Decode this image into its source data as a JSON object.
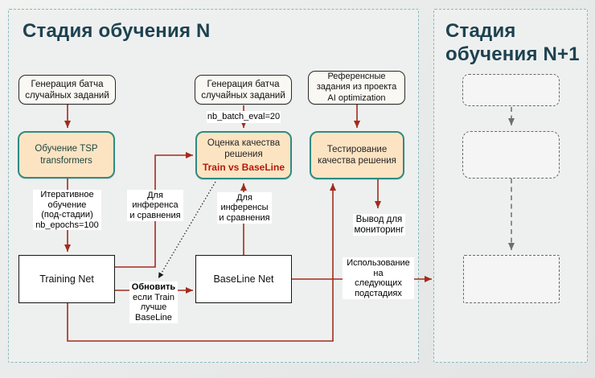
{
  "titles": {
    "stage_n": "Стадия обучения N",
    "stage_n_plus_1": "Стадия\nобучения N+1"
  },
  "nodes": {
    "gen_batch_1": "Генерация батча\nслучайных заданий",
    "gen_batch_2": "Генерация батча\nслучайных заданий",
    "ref_tasks": "Референсные\nзадания из проекта\nAI optimization",
    "train_tsp": "Обучение TSP\ntransformers",
    "eval_quality": "Оценка качества\nрешения",
    "eval_quality_vs": "Train vs BaseLine",
    "test_quality": "Тестирование\nкачества решения",
    "training_net": "Training Net",
    "baseline_net": "BaseLine Net"
  },
  "labels": {
    "nb_batch_eval": "nb_batch_eval=20",
    "iterative": "Итеративное\nобучение\n(под-стадии)\nnb_epochs=100",
    "infer_compare_1": "Для\nинференса\nи сравнения",
    "infer_compare_2": "Для\nинференсы\nи сравнения",
    "update_bold": "Обновить",
    "update_rest": "если Train\nлучше\nBaseLine",
    "monitor_output": "Вывод для\nмониторинг",
    "usage_next": "Использование\nна\nследующих\nподстадиях"
  },
  "colors": {
    "accent_red": "#a32b1d",
    "train_vs_red": "#b5190a",
    "teal_border": "#2e8b83",
    "orange_fill": "#fce4c3",
    "cream_fill": "#faf8f2",
    "title": "#1d4251",
    "region_border": "#85b8bf",
    "gray_arrow": "#6e6e6e"
  }
}
